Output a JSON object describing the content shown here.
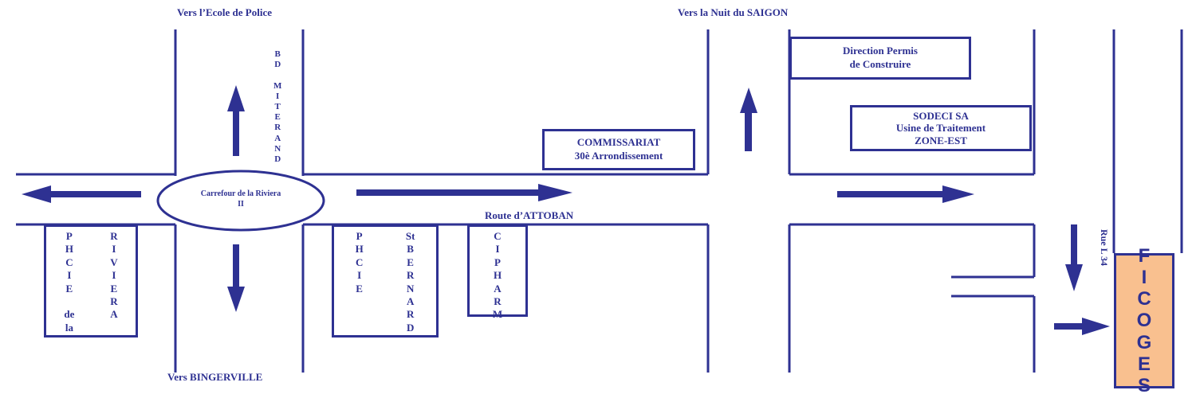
{
  "colors": {
    "ink": "#2e3192",
    "highlight": "#f9c08f",
    "background": "#ffffff"
  },
  "labels": {
    "north_left": "Vers l’Ecole de Police",
    "north_right": "Vers la Nuit du SAIGON",
    "south": "Vers  BINGERVILLE",
    "route": "Route d’ATTOBAN",
    "rue": "Rue L 34",
    "boulevard_letters": [
      "B",
      "D",
      " ",
      "M",
      "I",
      "T",
      "E",
      "R",
      "A",
      "N",
      "D"
    ]
  },
  "roundabout": {
    "line1": "Carrefour de la Riviera",
    "line2": "II"
  },
  "boxes": {
    "commissariat": {
      "line1": "COMMISSARIAT",
      "line2": "30è Arrondissement"
    },
    "direction": {
      "line1": "Direction Permis",
      "line2": "de Construire"
    },
    "sodeci": {
      "line1": "SODECI SA",
      "line2": "Usine de Traitement",
      "line3": "ZONE-EST"
    }
  },
  "pharmacies": {
    "riviera": {
      "col1": [
        "P",
        "H",
        "C",
        "I",
        "E",
        " ",
        "de",
        "la"
      ],
      "col2": [
        "R",
        "I",
        "V",
        "I",
        "E",
        "R",
        "A"
      ]
    },
    "stbernard": {
      "col1": [
        "P",
        "H",
        "C",
        "I",
        "E"
      ],
      "col2": [
        "St",
        "B",
        "E",
        "R",
        "N",
        "A",
        "R",
        "D"
      ]
    },
    "cipharm": [
      "C",
      "I",
      "P",
      "H",
      "A",
      "R",
      "M"
    ]
  },
  "destination": {
    "letters": [
      "F",
      "I",
      "C",
      "O",
      "G",
      "E",
      "S"
    ]
  },
  "icons": [
    "arrow-up-icon",
    "arrow-down-icon",
    "arrow-left-icon",
    "arrow-right-icon"
  ]
}
